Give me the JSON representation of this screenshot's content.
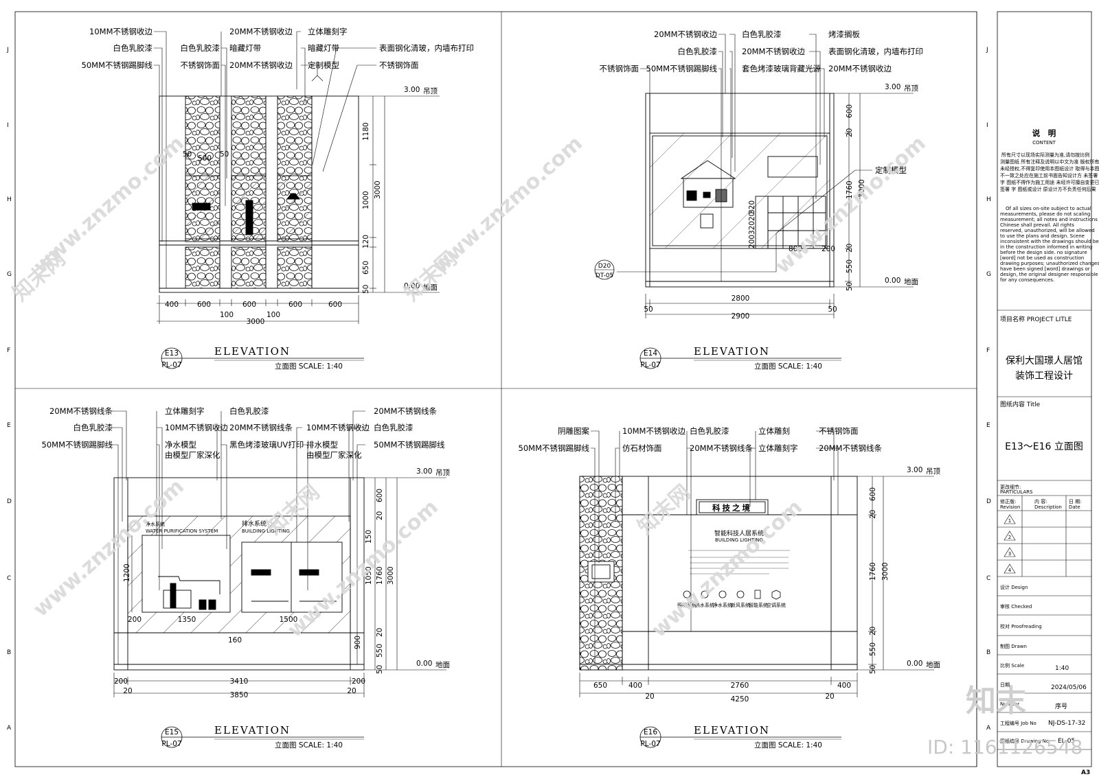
{
  "grid": {
    "rows": [
      "J",
      "I",
      "H",
      "G",
      "F",
      "E",
      "D",
      "C",
      "B",
      "A"
    ]
  },
  "watermark": {
    "site": "www.znzmo.com",
    "brand": "知末网",
    "logo": "知末",
    "id": "ID: 1161126548"
  },
  "views": {
    "e13": {
      "labels_col1": [
        "10MM不锈钢收边",
        "白色乳胶漆",
        "50MM不锈钢踢脚线"
      ],
      "labels_col2a": [
        "白色乳胶漆",
        "不锈钢饰面"
      ],
      "labels_col2b": [
        "20MM不锈钢收边",
        "暗藏灯带",
        "20MM不锈钢收边"
      ],
      "labels_col3": [
        "立体雕刻字",
        "暗藏灯带",
        "定制模型"
      ],
      "labels_col4": [
        "表面钢化清玻，内墙布打印",
        "不锈钢饰面"
      ],
      "levels": [
        "3.00",
        "吊顶",
        "0.00",
        "地面"
      ],
      "right_dims": [
        "1180",
        "1000",
        "120",
        "650",
        "50"
      ],
      "right_total": "3000",
      "inner": [
        "50",
        "500",
        "50"
      ],
      "bottom_dims": [
        "400",
        "600",
        "600",
        "600",
        "600"
      ],
      "bottom_small": [
        "100",
        "100"
      ],
      "bottom_total": "3000",
      "tag_code": "E13",
      "tag_sheet": "PL-07",
      "title": "ELEVATION",
      "subtitle": "立面图 SCALE: 1:40"
    },
    "e14": {
      "labels_col1": [
        "20MM不锈钢收边",
        "白色乳胶漆",
        "50MM不锈钢踢脚线"
      ],
      "label_left": "不锈钢饰面",
      "labels_col2": [
        "白色乳胶漆",
        "20MM不锈钢收边",
        "套色烤漆玻璃背藏光源"
      ],
      "labels_col3": [
        "烤漆搁板",
        "表面钢化清玻，内墙布打印",
        "20MM不锈钢收边"
      ],
      "label_model": "定制模型",
      "levels": [
        "3.00",
        "吊顶",
        "0.00",
        "地面"
      ],
      "right_dims": [
        "600",
        "20",
        "1760",
        "20",
        "550",
        "50"
      ],
      "right_total": "3000",
      "inner_v": [
        "320",
        "20",
        "320",
        "200"
      ],
      "inner_h": [
        "800",
        "200"
      ],
      "d_tag": "D20",
      "d_sheet": "DT-05",
      "bottom_dim": "2800",
      "bottom_small": [
        "50",
        "50"
      ],
      "bottom_total": "2900",
      "tag_code": "E14",
      "tag_sheet": "PL-07",
      "title": "ELEVATION",
      "subtitle": "立面图 SCALE: 1:40"
    },
    "e15": {
      "labels_col1": [
        "20MM不锈钢线条",
        "白色乳胶漆",
        "50MM不锈钢踢脚线"
      ],
      "labels_col2": [
        "立体雕刻字",
        "10MM不锈钢收边",
        "净水模型",
        "由模型厂家深化"
      ],
      "labels_col3": [
        "白色乳胶漆",
        "20MM不锈钢线条",
        "黑色烤漆玻璃UV打印"
      ],
      "labels_col4": [
        "10MM不锈钢收边",
        "排水模型",
        "由模型厂家深化"
      ],
      "labels_col5": [
        "20MM不锈钢线条",
        "白色乳胶漆",
        "50MM不锈钢踢脚线"
      ],
      "panel1_title": "净水系统",
      "panel1_sub": "WATER PURIFICATION SYSTEM",
      "panel2_title": "排水系统",
      "panel2_sub": "BUILDING LIGHTING",
      "levels": [
        "3.00",
        "吊顶",
        "0.00",
        "地面"
      ],
      "right_dims": [
        "600",
        "20",
        "150",
        "1050",
        "20",
        "550",
        "50"
      ],
      "right_total_a": "1760",
      "right_total": "3000",
      "right_outer": "900",
      "left_dim": "1200",
      "inner_h": [
        "200",
        "1350",
        "1500"
      ],
      "inner_center": "160",
      "bottom_dims": [
        "200",
        "3410",
        "200"
      ],
      "bottom_small": [
        "20",
        "20"
      ],
      "bottom_total": "3850",
      "tag_code": "E15",
      "tag_sheet": "PL-07",
      "title": "ELEVATION",
      "subtitle": "立面图 SCALE: 1:40"
    },
    "e16": {
      "labels_col1": [
        "阴雕图案",
        "50MM不锈钢踢脚线"
      ],
      "labels_col2": [
        "10MM不锈钢收边",
        "仿石材饰面"
      ],
      "labels_col3": [
        "白色乳胶漆",
        "20MM不锈钢线条"
      ],
      "labels_col4": [
        "立体雕刻",
        "立体雕刻字"
      ],
      "labels_col5": [
        "不锈钢饰面",
        "20MM不锈钢线条"
      ],
      "sign_text": "科技之境",
      "panel_title": "智能科技人居系统",
      "panel_sub": "BUILDING LIGHTING",
      "icon_labels": [
        "照明系统",
        "热水系统",
        "净水系统",
        "新风系统",
        "智能系统",
        "空调系统"
      ],
      "levels": [
        "3.00",
        "吊顶",
        "0.00",
        "地面"
      ],
      "right_dims": [
        "600",
        "20",
        "1760",
        "20",
        "550",
        "50"
      ],
      "right_total": "3000",
      "bottom_dims": [
        "650",
        "400",
        "2760",
        "400"
      ],
      "bottom_small": [
        "20",
        "20"
      ],
      "bottom_total": "4250",
      "tag_code": "E16",
      "tag_sheet": "PL-07",
      "title": "ELEVATION",
      "subtitle": "立面图 SCALE: 1:40"
    }
  },
  "titleblock": {
    "notes_title": "说　明",
    "notes_sub": "CONTENT",
    "notes_cn": [
      "所有尺寸以现场实际测量为准,请勿按比例",
      "测量图纸 所有注释及说明以中文为准 版权所有",
      "未经授权,不得复印使用本图纸设计 取得与本图纸",
      "不一致之处应在施工前书面告知设计方 未签署",
      "字 图纸不得作为施工用途 未经许可擅自变更已",
      "签署 字 图纸或设计 原设计方不负责任何后果"
    ],
    "notes_en": [
      "Of all sizes on-site subject to actual",
      "measurements, please do not scaling",
      "measurement; all notes and instructions in",
      "Chinese shall prevail. All rights",
      "reserved, unauthorized, will be allowed",
      "to use the plans and design. Scene",
      "inconsistent with the drawings should be",
      "in the construction informed in writing",
      "before the design side. no signature",
      "[word] not be used as construction",
      "drawing purposes; unauthorized changes",
      "have been signed [word] drawings or",
      "design, the original designer responsible",
      "for any consequences."
    ],
    "project_label": "项目名称 PROJECT LITLE",
    "project_name_1": "保利大国璟人居馆",
    "project_name_2": "装饰工程设计",
    "content_label": "图纸内容  Title",
    "content_name": "E13～E16 立面图",
    "revision_label": "更改细节:",
    "revision_sub": "PARTICULARS",
    "rev_cols": [
      "修正版:",
      "内 容:",
      "日 期:"
    ],
    "rev_cols_en": [
      "Revision",
      "Description",
      "Date"
    ],
    "rev_rows": [
      "1",
      "2",
      "3",
      "4"
    ],
    "design": "设计  Design",
    "checked": "审核  Checked",
    "proof": "校对  Proofreading",
    "drawn": "制图  Drawn",
    "scale_label": "比例  Scale",
    "scale_value": "1:40",
    "date_label": "日期",
    "date_value": "2024/05/06",
    "seq_label": "Number",
    "seq_value": "序号",
    "job_label": "工程编号  Job No",
    "job_value": "NJ-DS-17-32",
    "drawing_label": "图纸编号  Drawing No",
    "drawing_value": "EL-05",
    "paper": "A3"
  },
  "colors": {
    "line": "#000000",
    "hatch": "#666666",
    "watermark": "#d4d4d4"
  }
}
